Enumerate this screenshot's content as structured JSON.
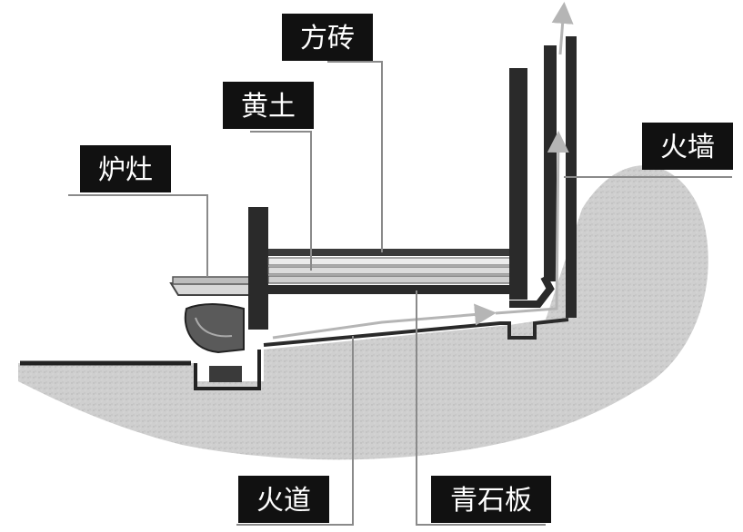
{
  "labels": {
    "square_brick": "方砖",
    "yellow_earth": "黄土",
    "stove": "炉灶",
    "fire_wall": "火墙",
    "flue": "火道",
    "bluestone_slab": "青石板"
  },
  "colors": {
    "label_bg": "#111111",
    "label_text": "#ffffff",
    "ground": "#c9c9c9",
    "wall": "#2a2a2a",
    "leader": "#8a8a8a",
    "arrow": "#b5b5b5"
  }
}
